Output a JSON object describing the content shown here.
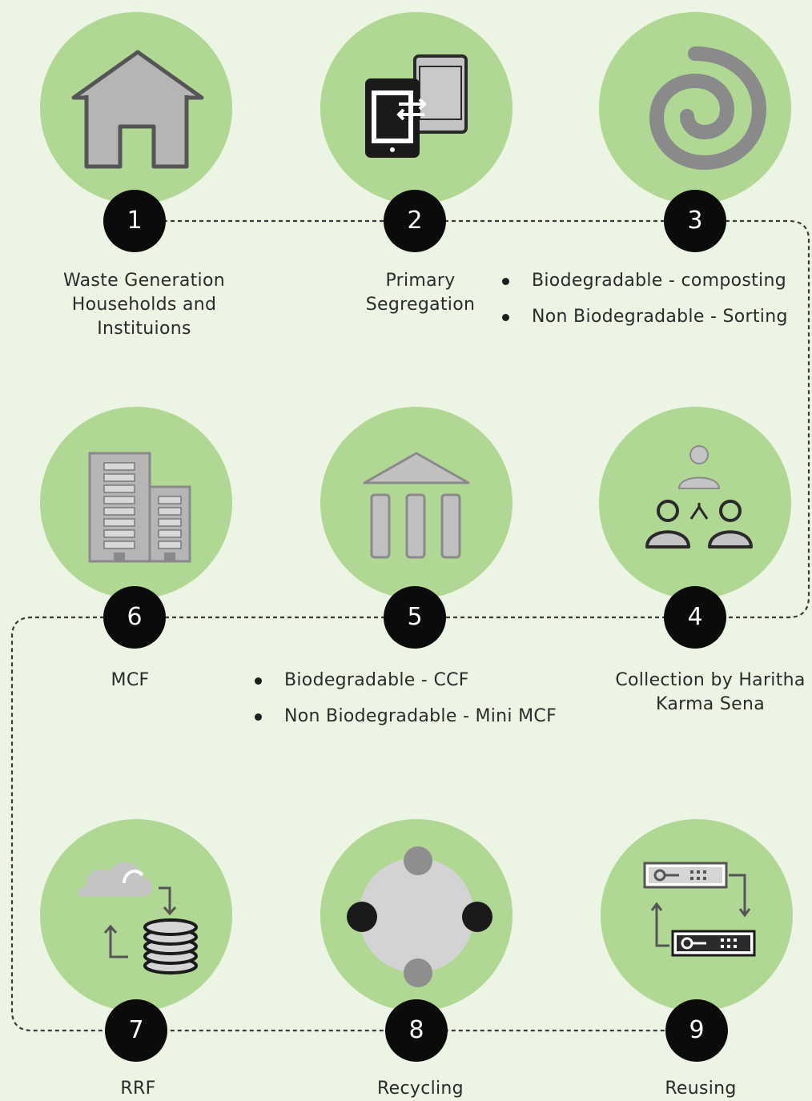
{
  "steps": [
    {
      "number": "1",
      "icon": "house-icon",
      "label_lines": [
        "Waste Generation",
        "Households and",
        "Instituions"
      ]
    },
    {
      "number": "2",
      "icon": "devices-transfer-icon",
      "label_lines": [
        "Primary",
        "Segregation"
      ]
    },
    {
      "number": "3",
      "icon": "spiral-icon",
      "bullets": [
        "Biodegradable - composting",
        "Non Biodegradable - Sorting"
      ]
    },
    {
      "number": "4",
      "icon": "people-network-icon",
      "label_lines": [
        "Collection by Haritha",
        "Karma Sena"
      ]
    },
    {
      "number": "5",
      "icon": "institution-building-icon",
      "bullets": [
        "Biodegradable  - CCF",
        "Non Biodegradable - Mini MCF"
      ]
    },
    {
      "number": "6",
      "icon": "office-buildings-icon",
      "label_lines": [
        "MCF"
      ]
    },
    {
      "number": "7",
      "icon": "cloud-database-icon",
      "label_lines": [
        "RRF"
      ]
    },
    {
      "number": "8",
      "icon": "recycling-cycle-icon",
      "label_lines": [
        "Recycling"
      ]
    },
    {
      "number": "9",
      "icon": "server-exchange-icon",
      "label_lines": [
        "Reusing"
      ]
    }
  ],
  "colors": {
    "background": "#ecf5e4",
    "circle": "#b1d795",
    "badge": "#0b0b0b",
    "icon_gray": "#b5b5b5",
    "icon_outline": "#555555"
  }
}
